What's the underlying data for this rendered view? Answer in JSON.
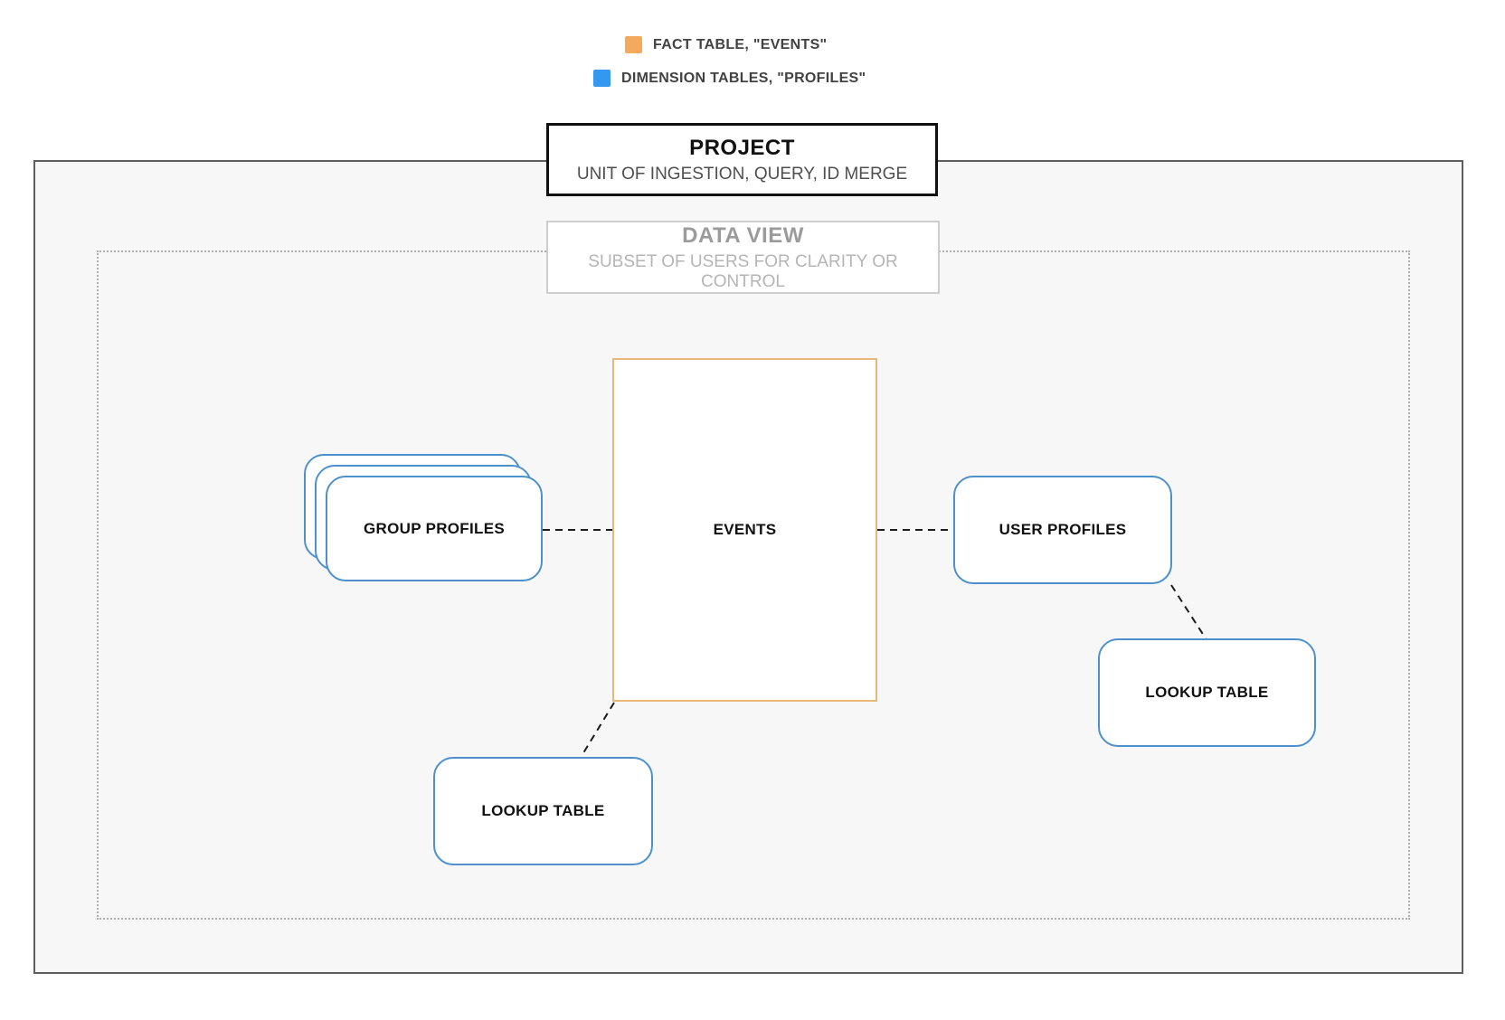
{
  "legend": {
    "items": [
      {
        "name": "fact-table",
        "label": "FACT TABLE, \"EVENTS\"",
        "color": "#F4A95C"
      },
      {
        "name": "dimension-tables",
        "label": "DIMENSION TABLES, \"PROFILES\"",
        "color": "#3498F0"
      }
    ]
  },
  "project": {
    "title": "PROJECT",
    "subtitle": "UNIT OF INGESTION, QUERY, ID MERGE"
  },
  "data_view": {
    "title": "DATA VIEW",
    "subtitle": "SUBSET OF USERS FOR CLARITY OR CONTROL"
  },
  "nodes": {
    "events": {
      "label": "EVENTS",
      "type": "fact"
    },
    "group_profiles": {
      "label": "GROUP PROFILES",
      "type": "dimension",
      "stacked": true
    },
    "user_profiles": {
      "label": "USER PROFILES",
      "type": "dimension"
    },
    "lookup_table_right": {
      "label": "LOOKUP TABLE",
      "type": "dimension"
    },
    "lookup_table_bottom": {
      "label": "LOOKUP TABLE",
      "type": "dimension"
    }
  },
  "edges": [
    {
      "from": "group_profiles",
      "to": "events",
      "style": "dashed"
    },
    {
      "from": "events",
      "to": "user_profiles",
      "style": "dashed"
    },
    {
      "from": "user_profiles",
      "to": "lookup_table_right",
      "style": "dashed"
    },
    {
      "from": "events",
      "to": "lookup_table_bottom",
      "style": "dashed"
    }
  ],
  "colors": {
    "fact_legend": "#F4A95C",
    "fact_border": "#E9B877",
    "dimension_legend": "#3498F0",
    "dimension_border": "#4E90CC",
    "outer_frame_border": "#5E5E5E",
    "dotted_frame_border": "#AEAEAE",
    "edge": "#1C1C1C"
  }
}
